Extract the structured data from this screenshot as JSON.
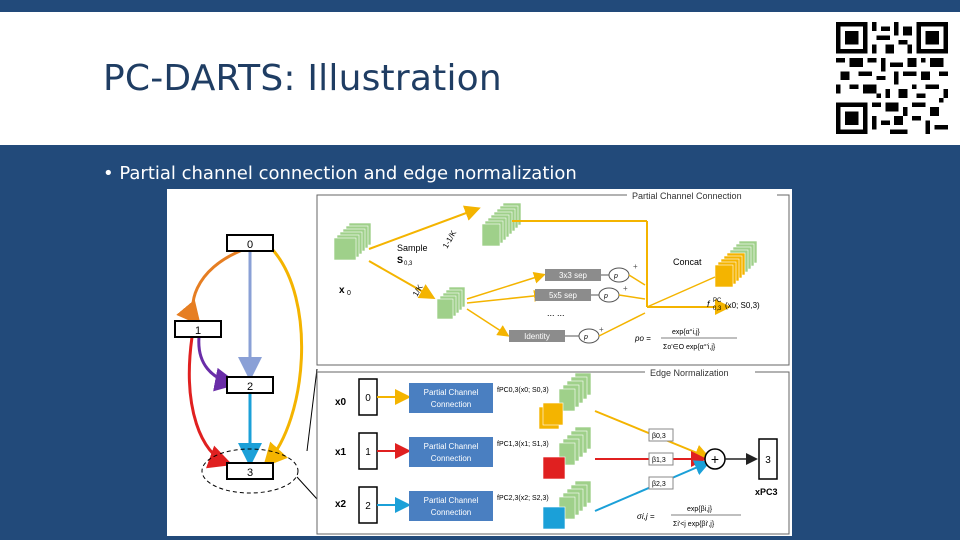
{
  "slide": {
    "title": "PC-DARTS: Illustration",
    "bullet": "Partial channel connection and edge normalization"
  },
  "figure": {
    "pc_panel_title": "Partial Channel Connection",
    "en_panel_title": "Edge Normalization",
    "nodes": [
      "0",
      "1",
      "2",
      "3"
    ],
    "sample_label": "Sample",
    "sample_sub": "S",
    "sample_sub_idx": "0,3",
    "x0_label": "x",
    "x0_sub": "0",
    "frac_top": "1-1/K",
    "frac_bottom": "1/K",
    "ops": [
      "3x3 sep",
      "5x5 sep",
      "Identity"
    ],
    "ellipsis": "... ...",
    "op_weights": [
      "p",
      "p",
      "p"
    ],
    "op_weight_subs": [
      "o1",
      "o2",
      "o3"
    ],
    "concat_label": "Concat",
    "pc_output": "f",
    "pc_output_sup": "PC",
    "pc_output_sub": "0,3",
    "pc_output_args": "(x0; S0,3)",
    "softmax_lhs": "po =",
    "softmax_num": "exp{α°i,j}",
    "softmax_den": "Σo'∈O exp{α°'i,j}",
    "en_inputs": [
      "x0",
      "x1",
      "x2"
    ],
    "en_input_nums": [
      "0",
      "1",
      "2"
    ],
    "en_box_label": [
      "Partial Channel",
      "Connection"
    ],
    "en_fn": [
      "fPC0,3(x0; S0,3)",
      "fPC1,3(x1; S1,3)",
      "fPC2,3(x2; S2,3)"
    ],
    "beta_labels": [
      "β0,3",
      "β1,3",
      "β2,3"
    ],
    "sum_symbol": "+",
    "output_node": "3",
    "output_label": "xPC3",
    "beta_eq_lhs": "σi,j =",
    "beta_eq_num": "exp{βi,j}",
    "beta_eq_den": "Σi'<j exp{βi',j}"
  }
}
